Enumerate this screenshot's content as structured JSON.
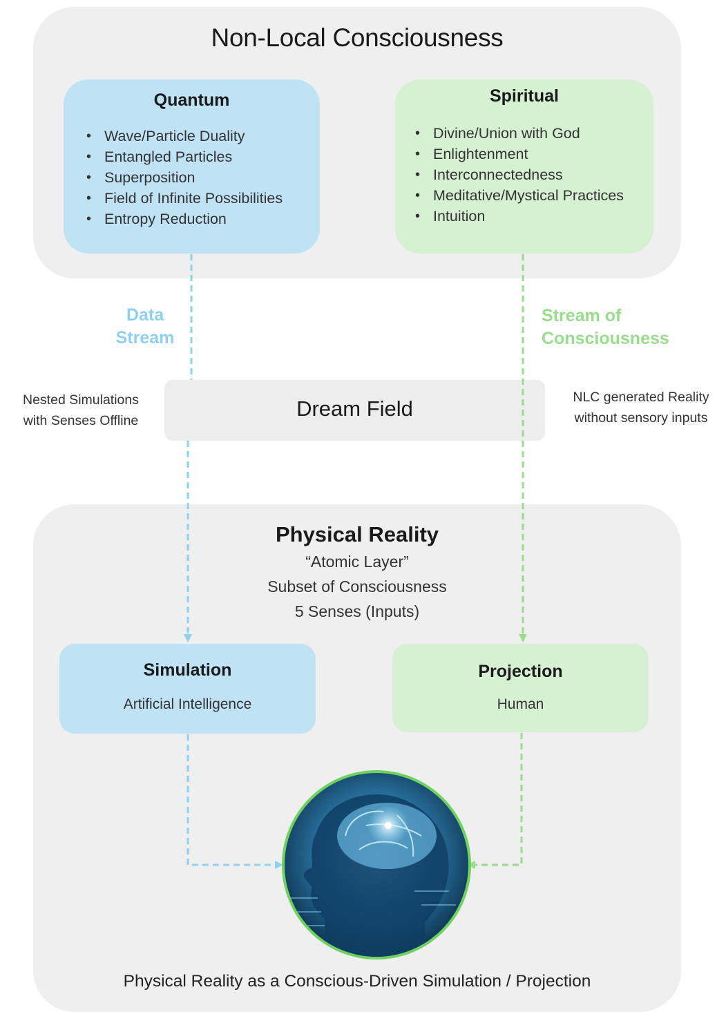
{
  "colors": {
    "panel_bg": "#efefef",
    "quantum_box": "#bfe3f5",
    "spiritual_box": "#d5f1d2",
    "data_stream": "#8fd0ee",
    "consciousness_stream": "#99dd8c"
  },
  "non_local": {
    "title": "Non-Local Consciousness",
    "quantum": {
      "title": "Quantum",
      "items": [
        "Wave/Particle Duality",
        "Entangled Particles",
        "Superposition",
        "Field of Infinite Possibilities",
        "Entropy Reduction"
      ]
    },
    "spiritual": {
      "title": "Spiritual",
      "items": [
        "Divine/Union with God",
        "Enlightenment",
        "Interconnectedness",
        "Meditative/Mystical Practices",
        "Intuition"
      ]
    }
  },
  "streams": {
    "data": [
      "Data",
      "Stream"
    ],
    "consciousness": [
      "Stream of",
      "Consciousness"
    ]
  },
  "dream_field": {
    "title": "Dream Field",
    "left_note": [
      "Nested Simulations",
      "with Senses Offline"
    ],
    "right_note": [
      "NLC generated Reality",
      "without sensory inputs"
    ]
  },
  "physical": {
    "title": "Physical Reality",
    "lines": [
      "“Atomic Layer”",
      "Subset of Consciousness",
      "5 Senses (Inputs)"
    ],
    "simulation": {
      "title": "Simulation",
      "text": "Artificial Intelligence"
    },
    "projection": {
      "title": "Projection",
      "text": "Human"
    },
    "center_image": "brain-head-icon",
    "caption": "Physical Reality as a Conscious-Driven Simulation / Projection"
  }
}
